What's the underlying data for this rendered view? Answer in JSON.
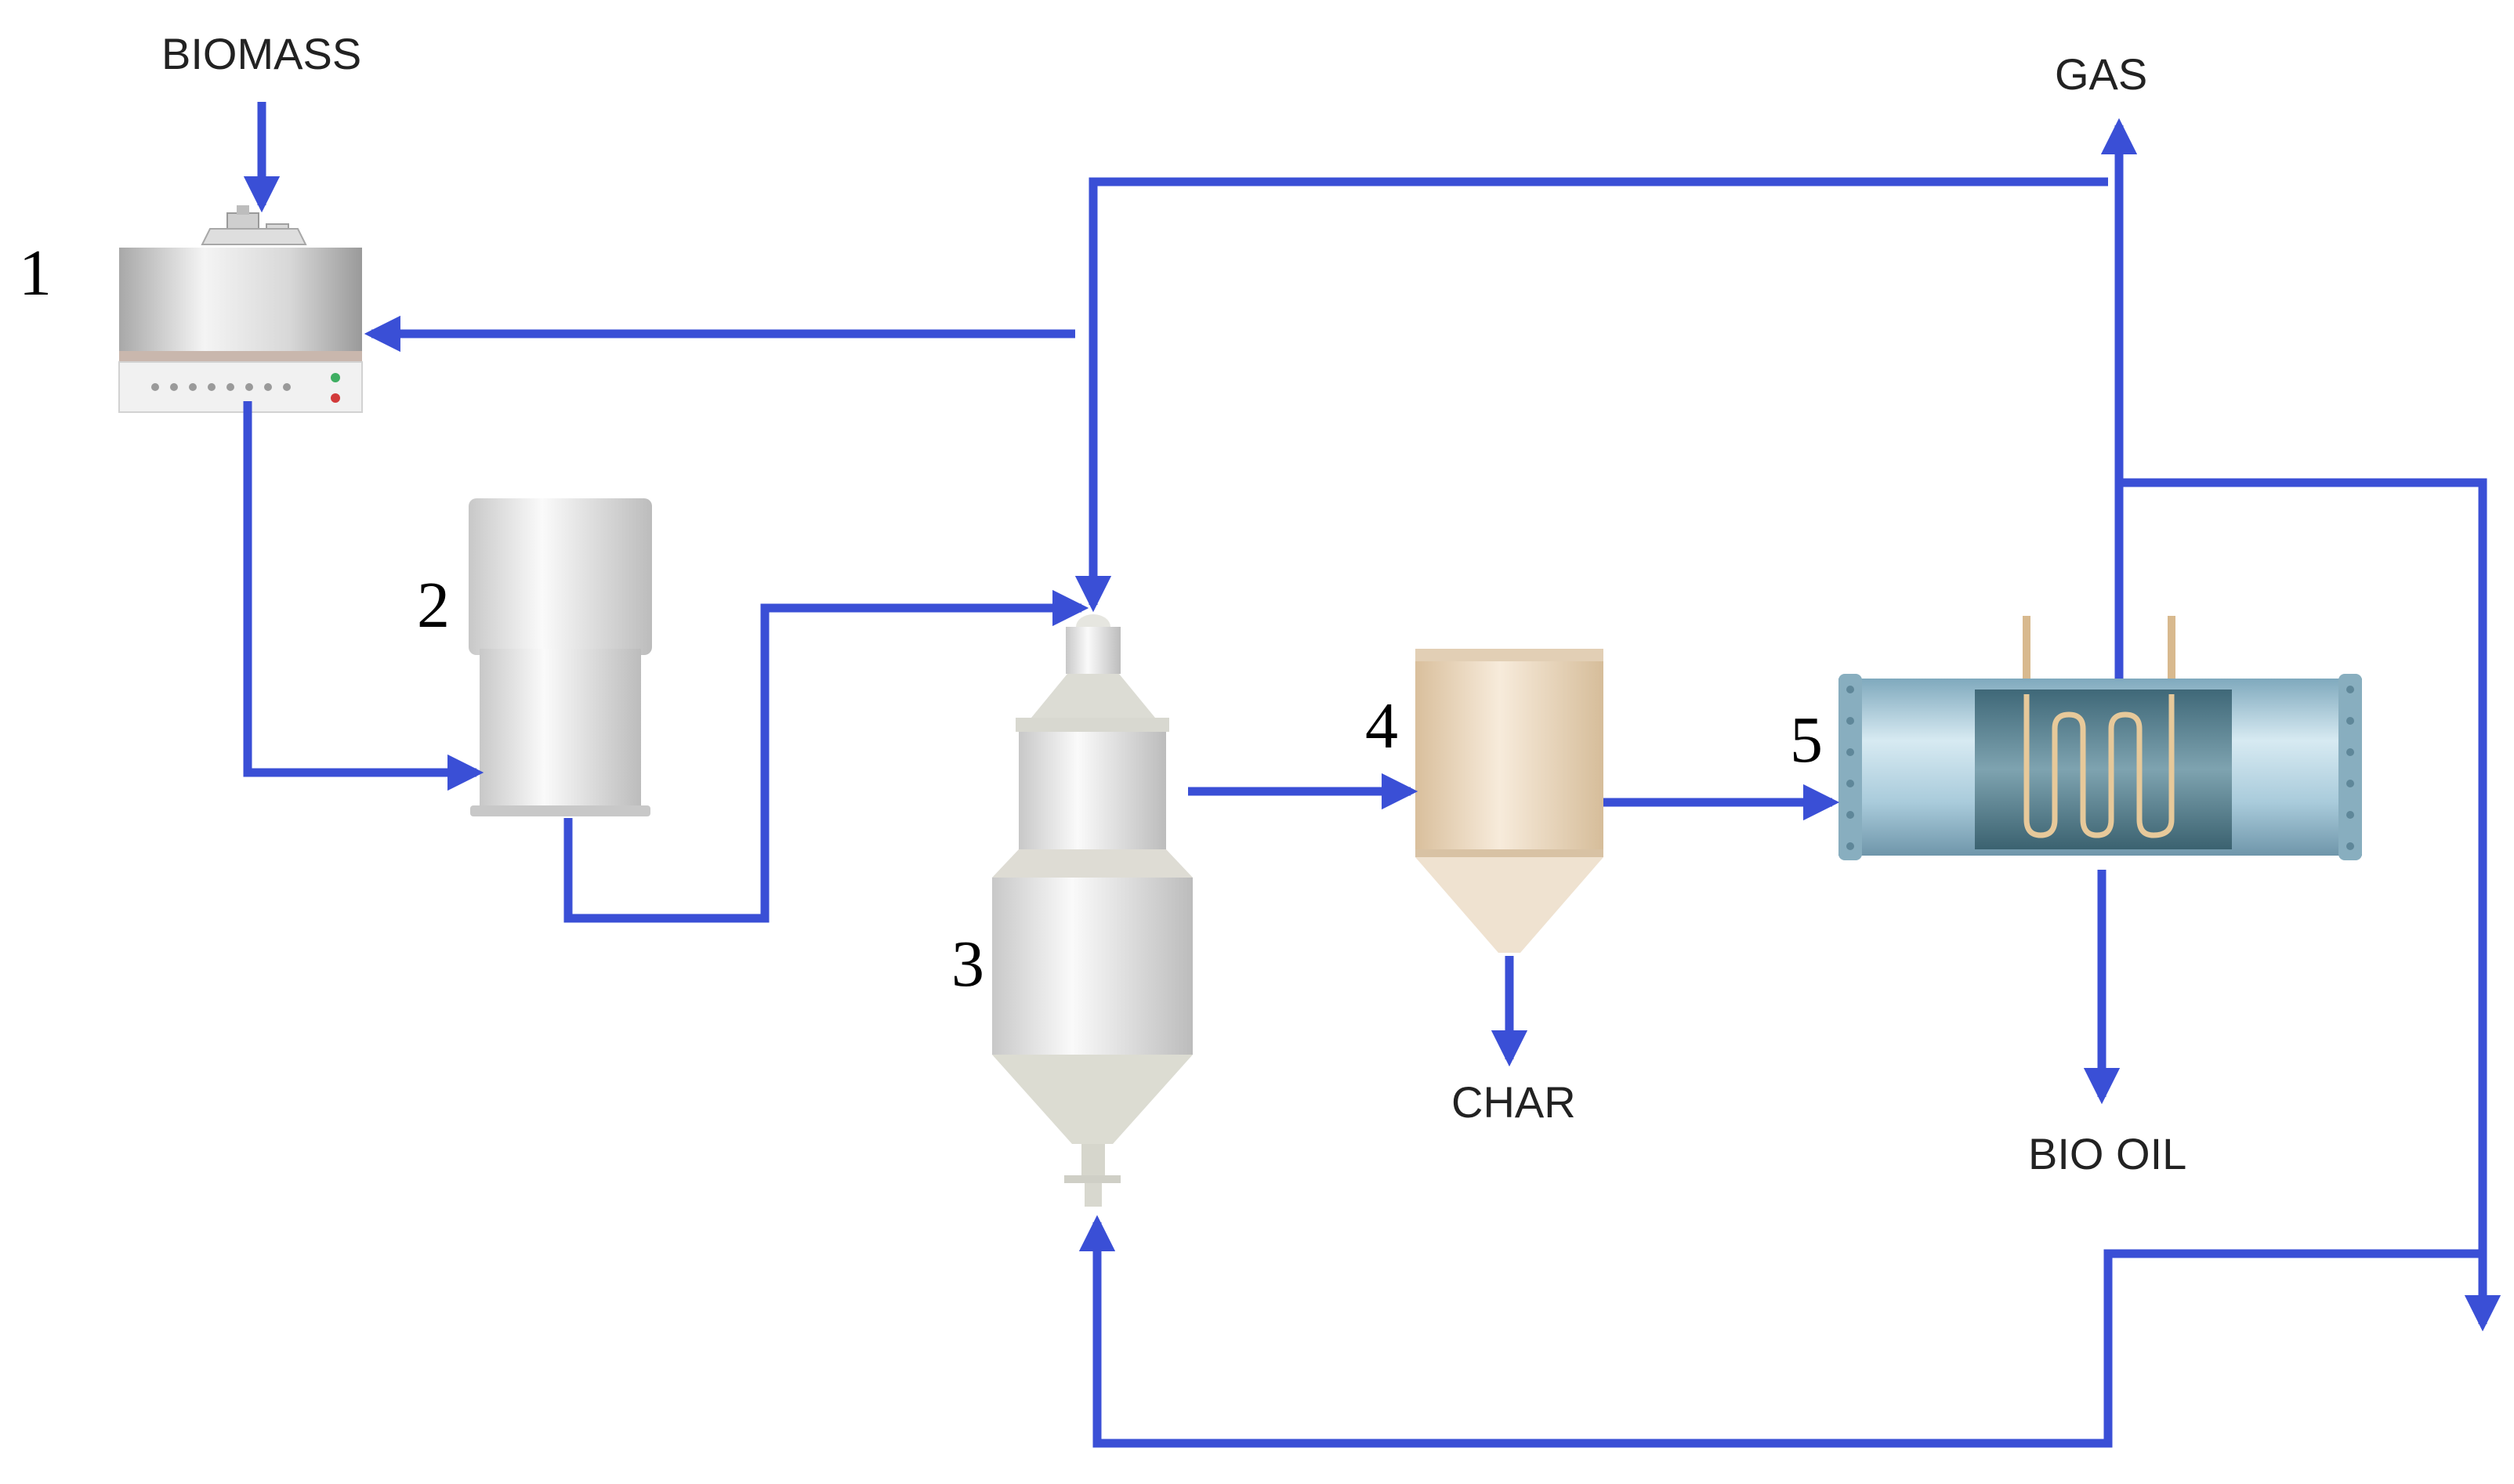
{
  "labels": {
    "biomass": "BIOMASS",
    "gas": "GAS",
    "char": "CHAR",
    "bio_oil": "BIO OIL"
  },
  "units": {
    "u1": "1",
    "u2": "2",
    "u3": "3",
    "u4": "4",
    "u5": "5"
  },
  "colors": {
    "flow_line": "#3a4fd6",
    "vessel_grey": "#d0d0d0",
    "cyclone_tan": "#e6d2b8",
    "condenser_blue": "#9cc3d6"
  }
}
